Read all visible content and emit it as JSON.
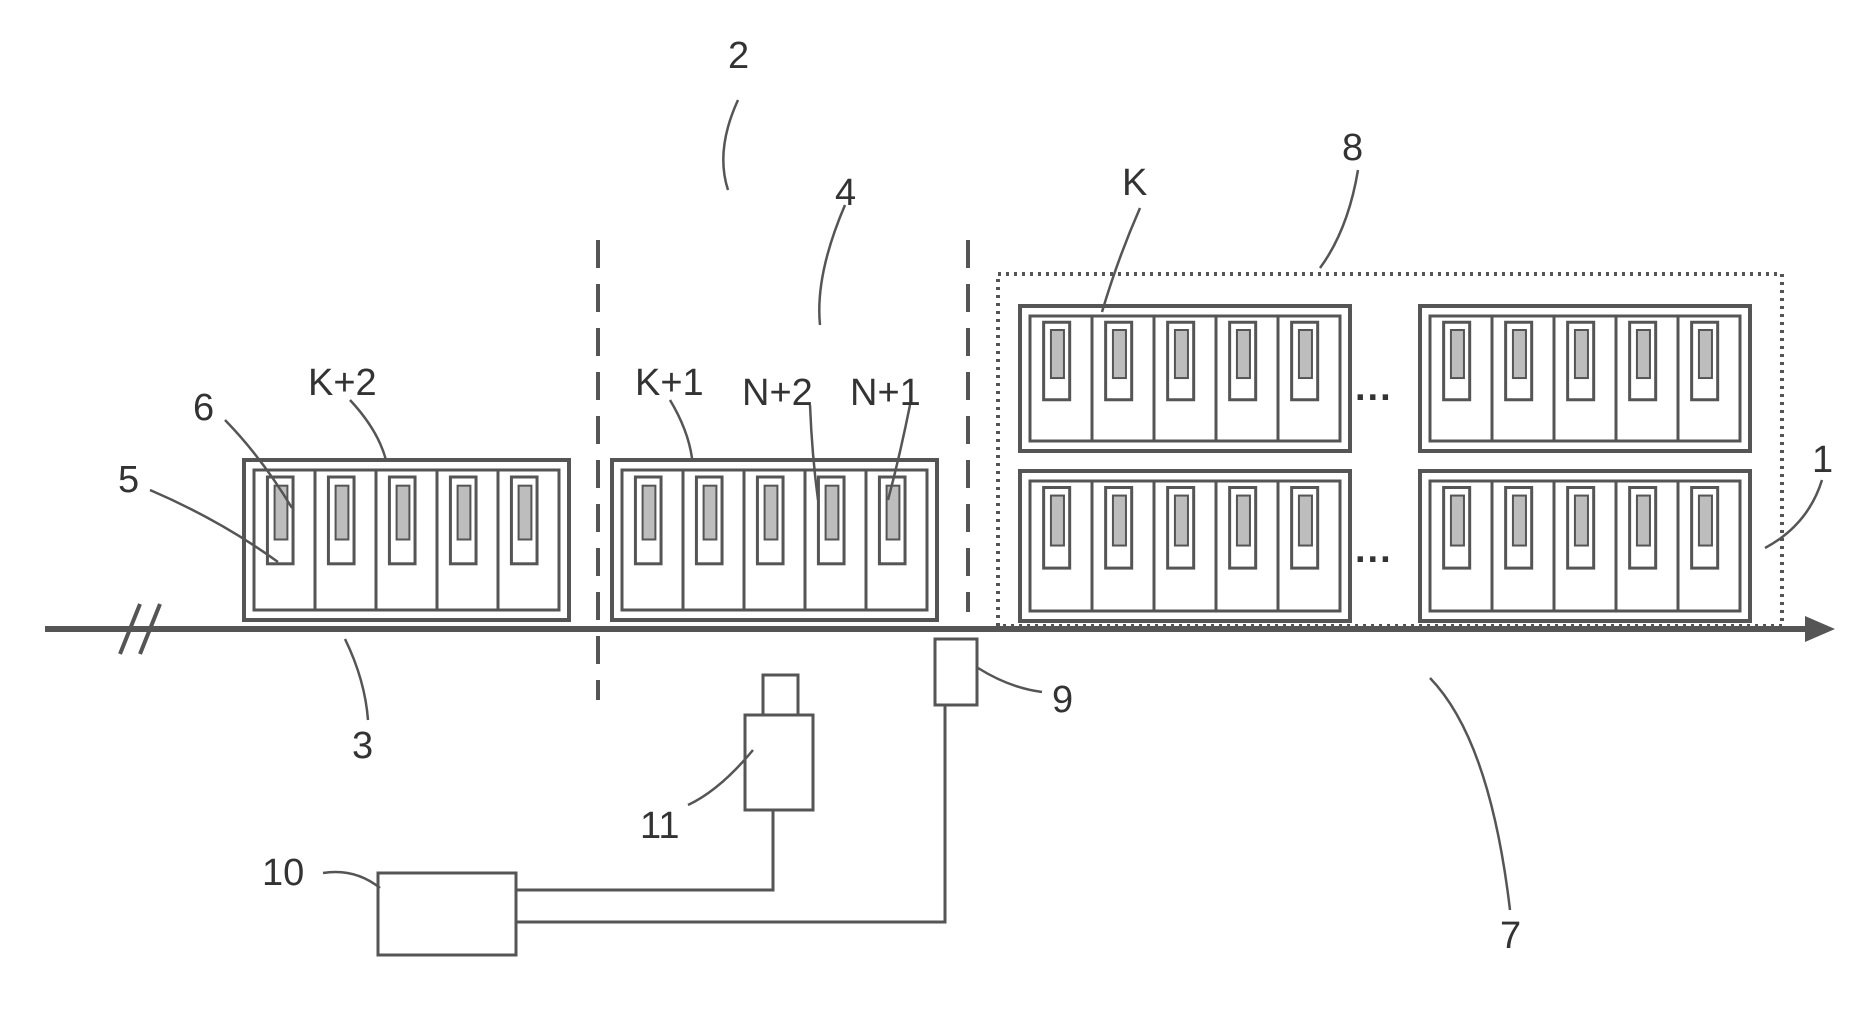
{
  "colors": {
    "ink": "#555555",
    "text": "#333333",
    "background": "#ffffff"
  },
  "labels": {
    "ref_1": "1",
    "ref_2": "2",
    "ref_3": "3",
    "ref_4": "4",
    "ref_5": "5",
    "ref_6": "6",
    "ref_7": "7",
    "ref_8": "8",
    "ref_9": "9",
    "ref_10": "10",
    "ref_11": "11",
    "k": "K",
    "k_plus_1": "K+1",
    "k_plus_2": "K+2",
    "n_plus_1": "N+1",
    "n_plus_2": "N+2",
    "ellipsis": "..."
  },
  "diagram": {
    "cells_per_container": 5,
    "stacked_containers": 4
  }
}
